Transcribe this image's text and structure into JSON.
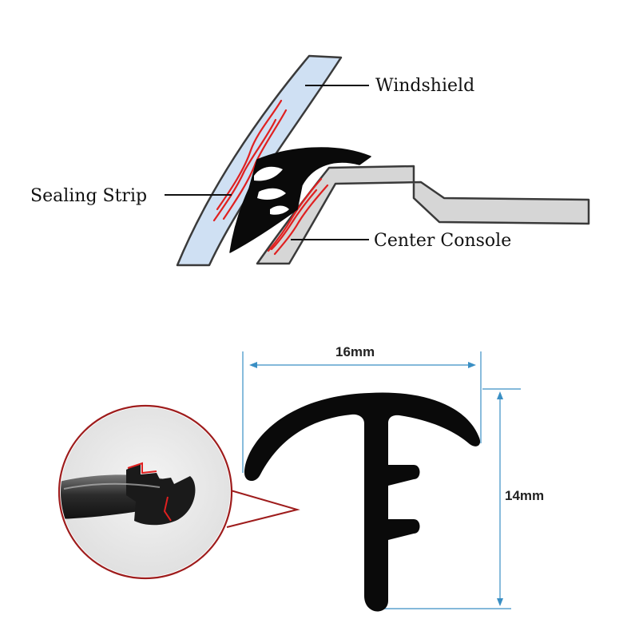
{
  "installation": {
    "windshield_label": "Windshield",
    "sealing_strip_label": "Sealing Strip",
    "center_console_label": "Center Console"
  },
  "profile": {
    "width_label": "16mm",
    "height_label": "14mm"
  },
  "colors": {
    "windshield": "#cfe0f3",
    "console": "#d6d6d6",
    "seal": "#0a0a0a",
    "pressure_lines": "#e02020",
    "dimension_lines": "#3a8fc4",
    "callout_border": "#9e1c1c"
  }
}
